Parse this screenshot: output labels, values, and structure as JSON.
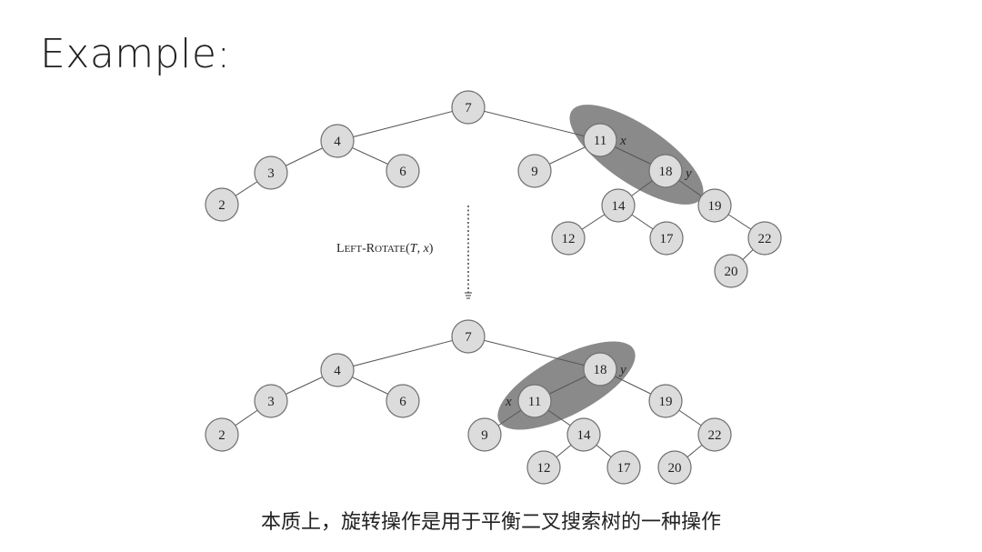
{
  "slide": {
    "title": "Example:",
    "caption": "本质上，旋转操作是用于平衡二叉搜索树的一种操作"
  },
  "operation": {
    "L": "L",
    "eft": "EFT",
    "dash": "-",
    "R": "R",
    "otate": "OTATE",
    "args_open": "(",
    "T": "T",
    "comma": ", ",
    "x": "x",
    "args_close": ")"
  },
  "trees": [
    {
      "id": "before",
      "nodes": [
        "7",
        "4",
        "3",
        "2",
        "6",
        "11",
        "9",
        "18",
        "14",
        "12",
        "17",
        "19",
        "22",
        "20"
      ],
      "pointer_labels": {
        "11": "x",
        "18": "y"
      }
    },
    {
      "id": "after",
      "nodes": [
        "7",
        "4",
        "3",
        "2",
        "6",
        "18",
        "11",
        "9",
        "14",
        "12",
        "17",
        "19",
        "22",
        "20"
      ],
      "pointer_labels": {
        "11": "x",
        "18": "y"
      }
    }
  ]
}
